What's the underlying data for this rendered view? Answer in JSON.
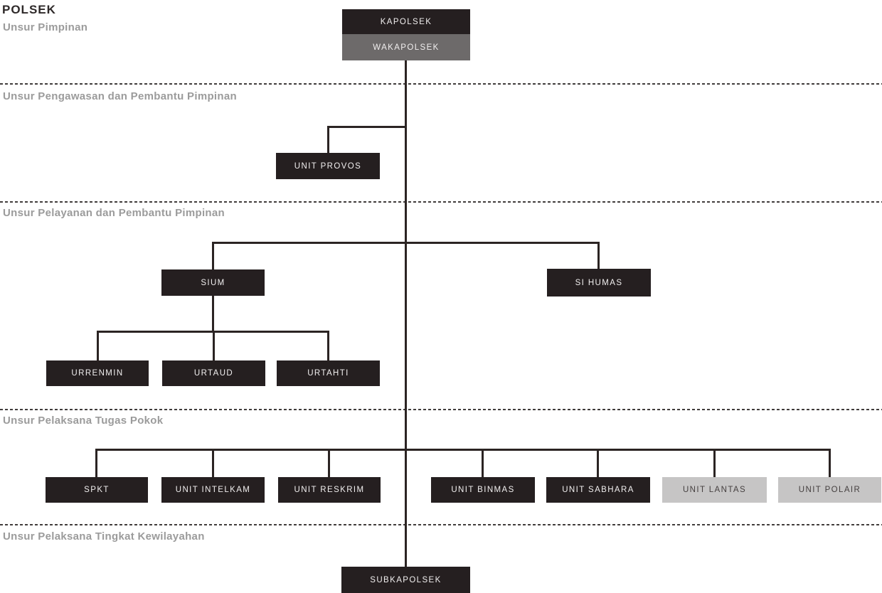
{
  "title": "POLSEK",
  "sections": {
    "pimpinan": {
      "label": "Unsur Pimpinan"
    },
    "pengawasan": {
      "label": "Unsur Pengawasan dan Pembantu Pimpinan"
    },
    "pelayanan": {
      "label": "Unsur Pelayanan dan Pembantu Pimpinan"
    },
    "pelaksana_pokok": {
      "label": "Unsur Pelaksana Tugas Pokok"
    },
    "kewilayahan": {
      "label": "Unsur Pelaksana Tingkat Kewilayahan"
    }
  },
  "nodes": {
    "kapolsek": {
      "label": "KAPOLSEK",
      "variant": "dark"
    },
    "wakapolsek": {
      "label": "WAKAPOLSEK",
      "variant": "gray"
    },
    "unit_provos": {
      "label": "UNIT PROVOS",
      "variant": "dark"
    },
    "sium": {
      "label": "SIUM",
      "variant": "dark"
    },
    "si_humas": {
      "label": "SI HUMAS",
      "variant": "dark"
    },
    "urrenmin": {
      "label": "URRENMIN",
      "variant": "dark"
    },
    "urtaud": {
      "label": "URTAUD",
      "variant": "dark"
    },
    "urtahti": {
      "label": "URTAHTI",
      "variant": "dark"
    },
    "spkt": {
      "label": "SPKT",
      "variant": "dark"
    },
    "unit_intelkam": {
      "label": "UNIT INTELKAM",
      "variant": "dark"
    },
    "unit_reskrim": {
      "label": "UNIT RESKRIM",
      "variant": "dark"
    },
    "unit_binmas": {
      "label": "UNIT BINMAS",
      "variant": "dark"
    },
    "unit_sabhara": {
      "label": "UNIT SABHARA",
      "variant": "dark"
    },
    "unit_lantas": {
      "label": "UNIT LANTAS",
      "variant": "light"
    },
    "unit_polair": {
      "label": "UNIT POLAIR",
      "variant": "light"
    },
    "subkapolsek": {
      "label": "SUBKAPOLSEK",
      "variant": "dark"
    }
  },
  "colors": {
    "node_dark": "#251f20",
    "node_gray": "#6d6a6a",
    "node_light": "#c6c5c5",
    "connector": "#2b2423",
    "section_label": "#9b9b9b",
    "background": "#ffffff"
  }
}
